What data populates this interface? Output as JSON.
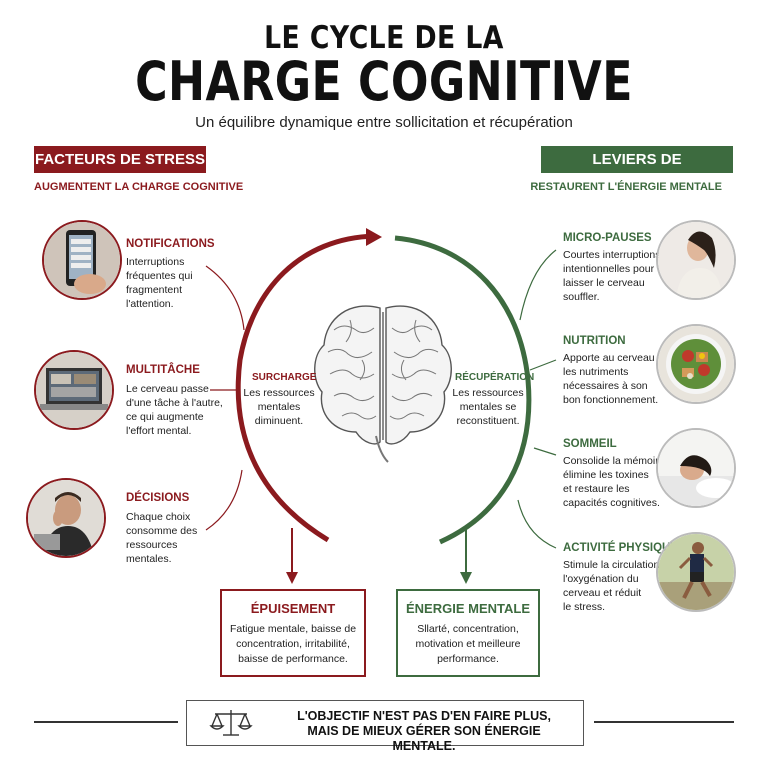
{
  "header": {
    "title_line1": "LE CYCLE DE LA",
    "title_line2": "CHARGE COGNITIVE",
    "subtitle": "Un équilibre dynamique entre sollicitation et récupération"
  },
  "left_panel": {
    "banner": "FACTEURS DE STRESS",
    "subheading": "AUGMENTENT LA CHARGE COGNITIVE",
    "items": [
      {
        "title": "NOTIFICATIONS",
        "desc": [
          "Interruptions",
          "fréquentes qui",
          "fragmentent",
          "l'attention."
        ],
        "icon": "smartphone-photo"
      },
      {
        "title": "MULTITÂCHE",
        "desc": [
          "Le cerveau passe",
          "d'une tâche à l'autre,",
          "ce qui augmente",
          "l'effort mental."
        ],
        "icon": "laptop-photo"
      },
      {
        "title": "DÉCISIONS",
        "desc": [
          "Chaque choix",
          "consomme des",
          "ressources",
          "mentales."
        ],
        "icon": "stressed-man-photo"
      }
    ]
  },
  "right_panel": {
    "banner": "LEVIERS DE RÉCUPÉRATION",
    "subheading": "RESTAURENT L'ÉNERGIE MENTALE",
    "items": [
      {
        "title": "MICRO-PAUSES",
        "desc": [
          "Courtes interruptions",
          "intentionnelles pour",
          "laisser le cerveau",
          "souffler."
        ],
        "icon": "relaxing-woman-photo"
      },
      {
        "title": "NUTRITION",
        "desc": [
          "Apporte au cerveau",
          "les nutriments",
          "nécessaires à son",
          "bon fonctionnement."
        ],
        "icon": "salad-bowl-photo"
      },
      {
        "title": "SOMMEIL",
        "desc": [
          "Consolide la mémoire,",
          "élimine les toxines",
          "et restaure les",
          "capacités cognitives."
        ],
        "icon": "sleeping-woman-photo"
      },
      {
        "title": "ACTIVITÉ PHYSIQUE",
        "desc": [
          "Stimule la circulation,",
          "l'oxygénation du",
          "cerveau et réduit",
          "le stress."
        ],
        "icon": "runner-photo"
      }
    ]
  },
  "cycle": {
    "left_label": "SURCHARGE",
    "left_desc": [
      "Les ressources",
      "mentales",
      "diminuent."
    ],
    "right_label": "RÉCUPÉRATION",
    "right_desc": [
      "Les ressources",
      "mentales se",
      "reconstituent."
    ],
    "center_icon": "brain-illustration"
  },
  "outcomes": {
    "left": {
      "title": "ÉPUISEMENT",
      "desc": [
        "Fatigue mentale, baisse de",
        "concentration, irritabilité,",
        "baisse de performance."
      ]
    },
    "right": {
      "title": "ÉNERGIE MENTALE",
      "desc": [
        "Sllarté, concentration,",
        "motivation et meilleure",
        "performance."
      ]
    }
  },
  "footer": {
    "line1": "L'OBJECTIF N'EST PAS D'EN FAIRE PLUS,",
    "line2": "MAIS DE MIEUX GÉRER SON ÉNERGIE MENTALE.",
    "icon": "balance-scale-icon"
  },
  "colors": {
    "stress": "#8b1a1e",
    "recovery": "#3d6b3f"
  }
}
